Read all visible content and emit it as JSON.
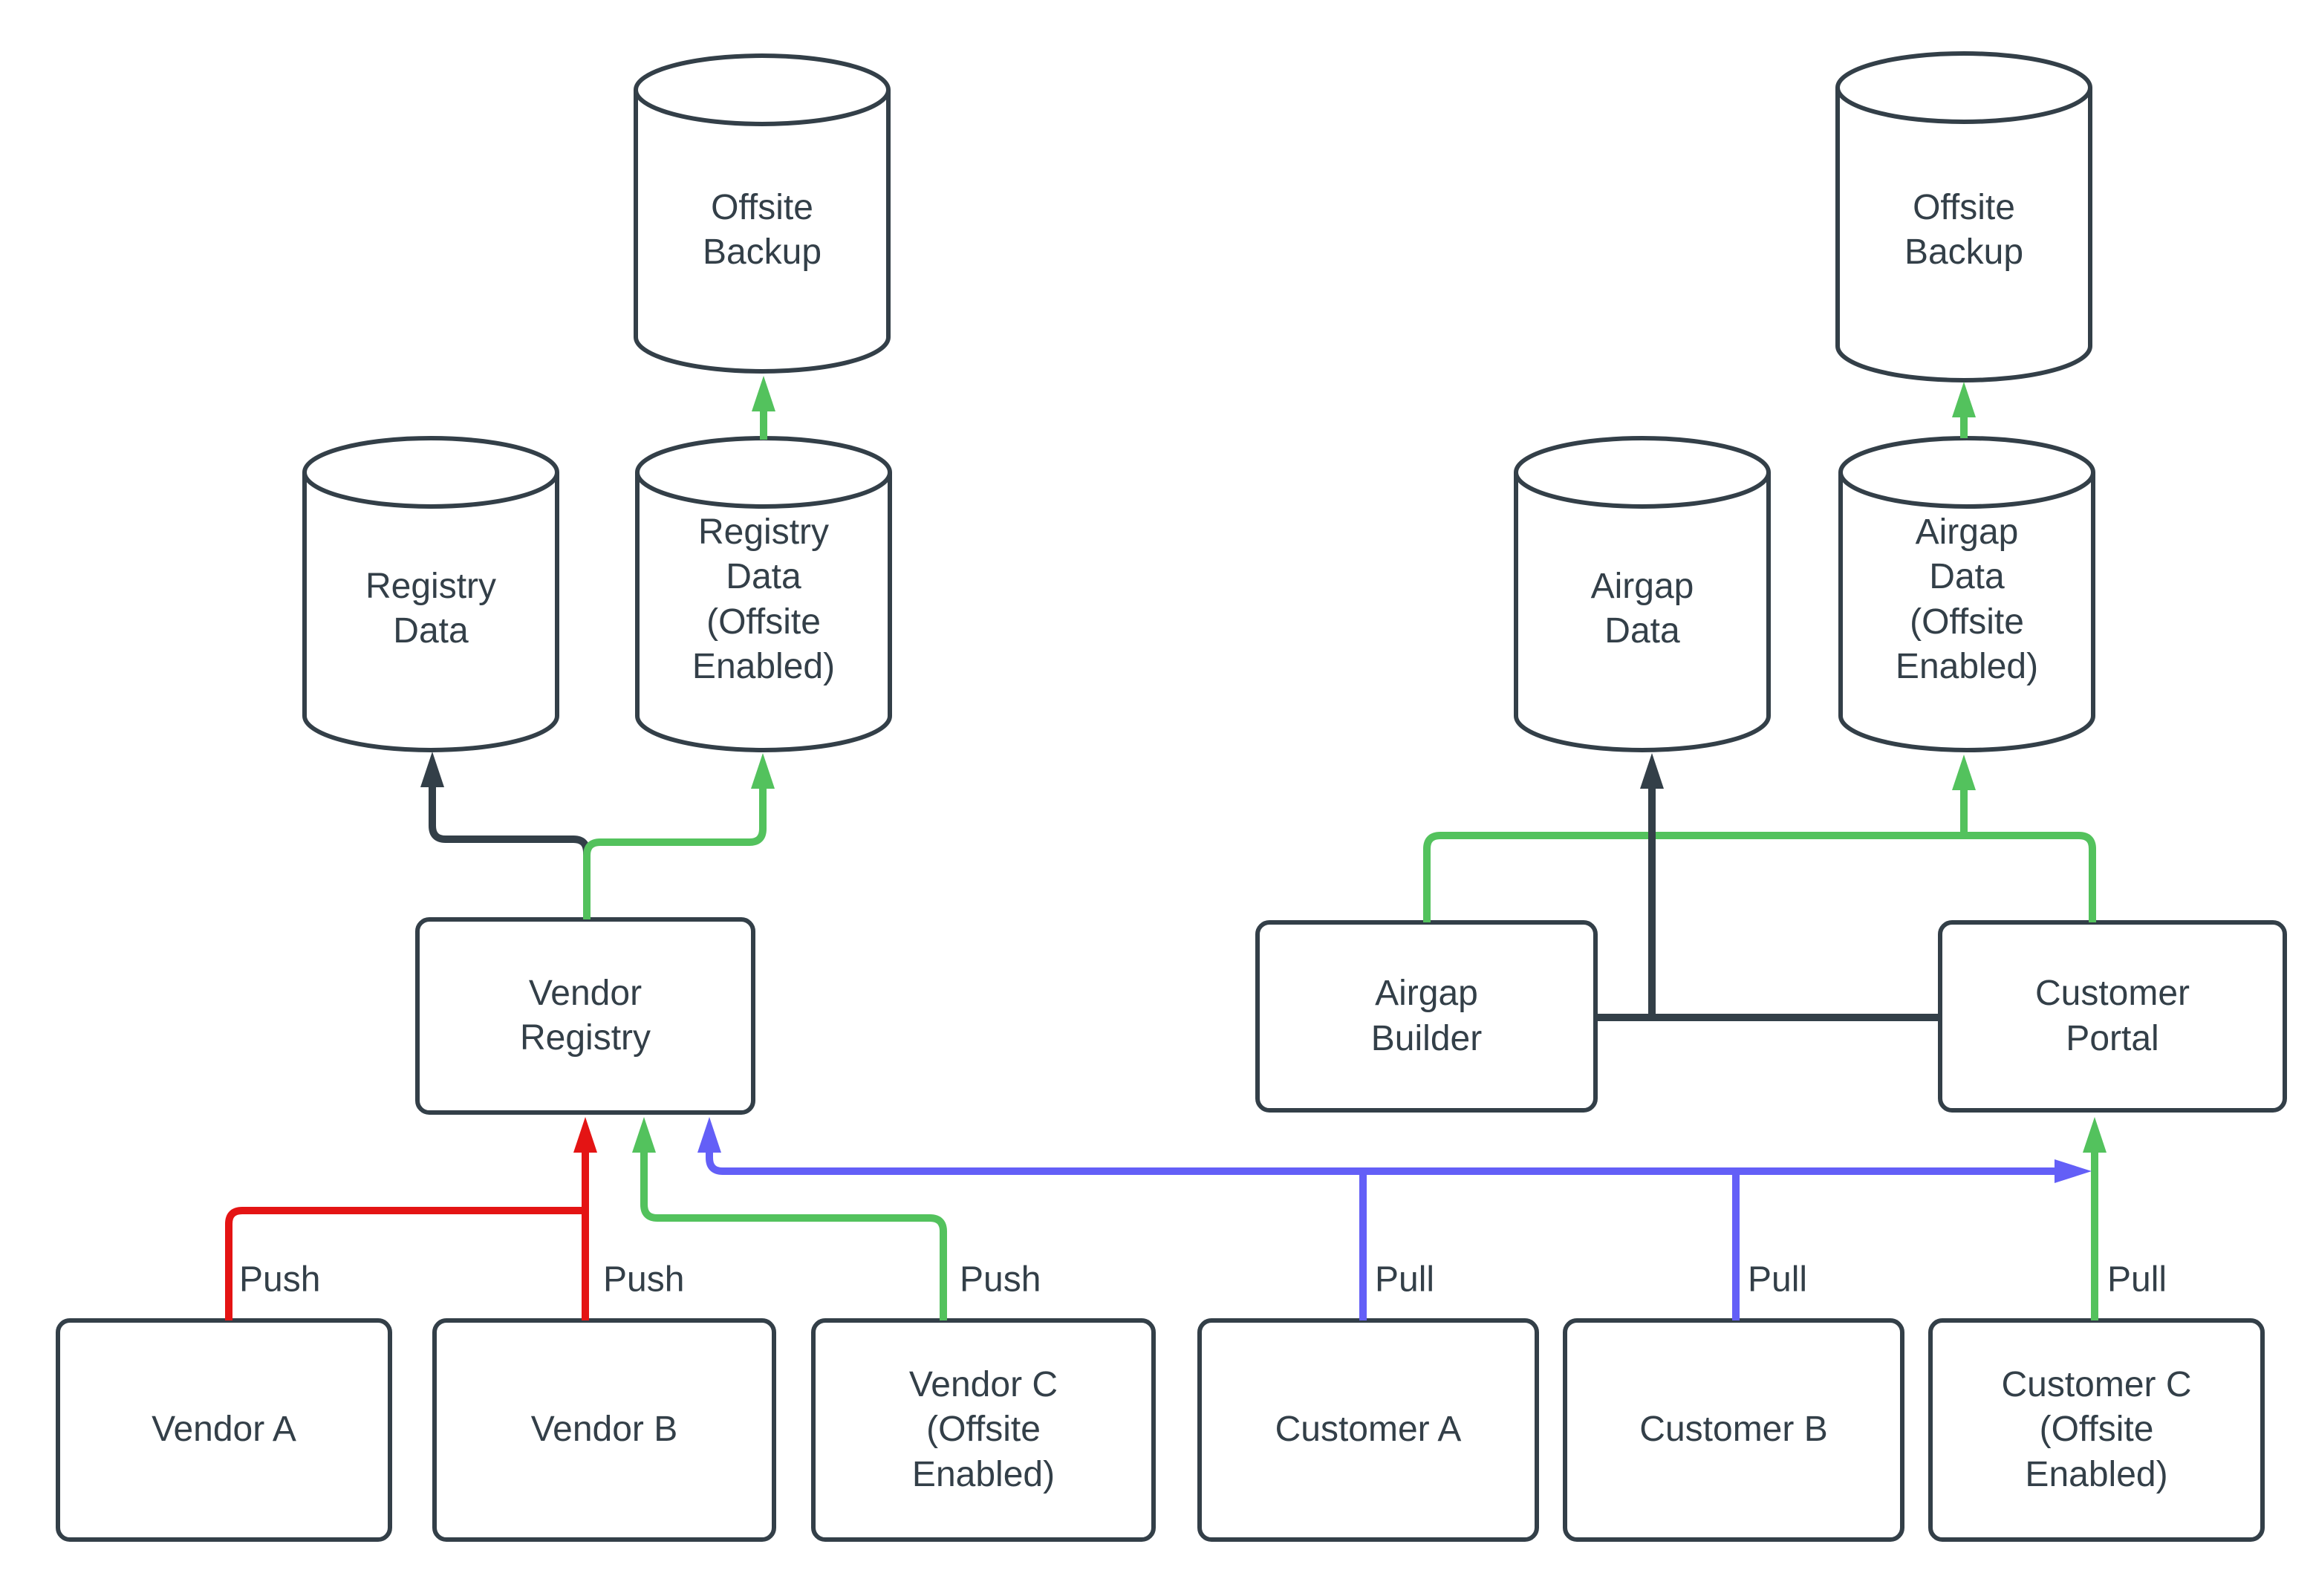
{
  "nodes": {
    "offsite_backup_left": {
      "label": "Offsite\nBackup"
    },
    "registry_data": {
      "label": "Registry\nData"
    },
    "registry_data_offsite": {
      "label": "Registry\nData\n(Offsite\nEnabled)"
    },
    "vendor_registry": {
      "label": "Vendor\nRegistry"
    },
    "vendor_a": {
      "label": "Vendor A"
    },
    "vendor_b": {
      "label": "Vendor B"
    },
    "vendor_c": {
      "label": "Vendor C\n(Offsite\nEnabled)"
    },
    "offsite_backup_right": {
      "label": "Offsite\nBackup"
    },
    "airgap_data": {
      "label": "Airgap\nData"
    },
    "airgap_data_offsite": {
      "label": "Airgap\nData\n(Offsite\nEnabled)"
    },
    "airgap_builder": {
      "label": "Airgap\nBuilder"
    },
    "customer_portal": {
      "label": "Customer\nPortal"
    },
    "customer_a": {
      "label": "Customer A"
    },
    "customer_b": {
      "label": "Customer B"
    },
    "customer_c": {
      "label": "Customer C\n(Offsite\nEnabled)"
    }
  },
  "edge_labels": {
    "push_a": "Push",
    "push_b": "Push",
    "push_c": "Push",
    "pull_a": "Pull",
    "pull_b": "Pull",
    "pull_c": "Pull"
  },
  "colors": {
    "node_stroke": "#333F48",
    "text": "#333F48",
    "dark_edge": "#333F48",
    "push_red": "#E41414",
    "offsite_green": "#53C25D",
    "pull_blue": "#635FF7",
    "background": "#FFFFFF"
  }
}
